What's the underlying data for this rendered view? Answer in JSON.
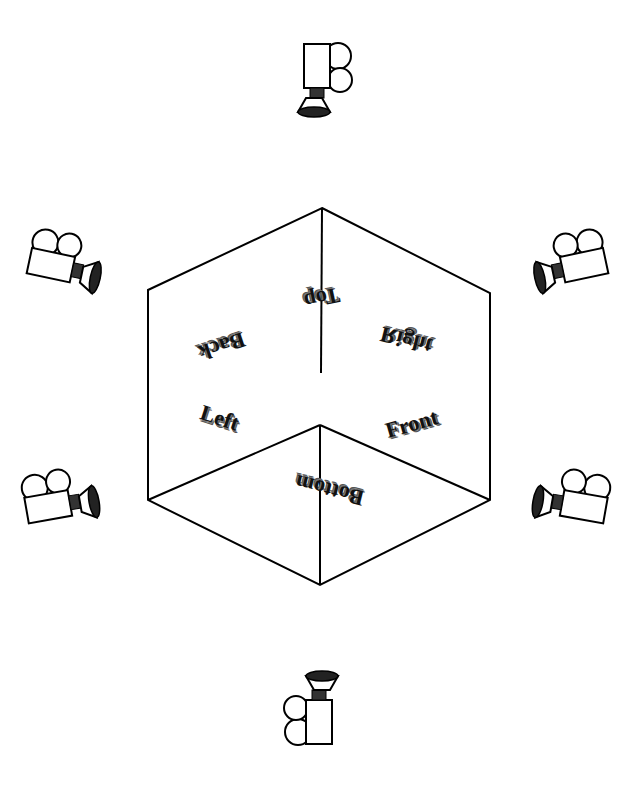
{
  "diagram": {
    "labels": [
      "Top",
      "Back",
      "Right",
      "Left",
      "Front",
      "Bottom"
    ]
  }
}
